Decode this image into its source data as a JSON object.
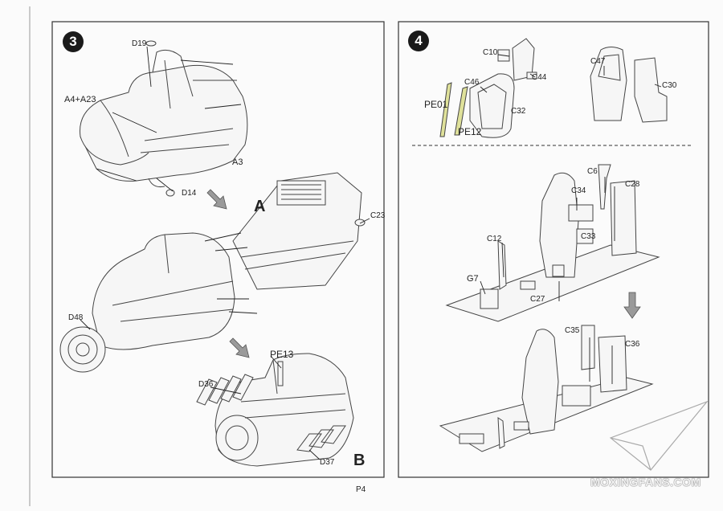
{
  "page_number": "P4",
  "watermark": "MOXINGFANS.COM",
  "step3": {
    "number": "3",
    "sub_a": "A",
    "sub_b": "B",
    "parts": {
      "d19": "D19",
      "a4a23": "A4+A23",
      "a3": "A3",
      "d14": "D14",
      "c23": "C23",
      "d48": "D48",
      "pe13": "PE13",
      "d36": "D36",
      "d37": "D37"
    }
  },
  "step4": {
    "number": "4",
    "parts": {
      "c10": "C10",
      "c44": "C44",
      "c46": "C46",
      "pe01": "PE01",
      "pe12": "PE12",
      "c32": "C32",
      "c47": "C47",
      "c30": "C30",
      "c6": "C6",
      "c34": "C34",
      "c28": "C28",
      "c12": "C12",
      "c33": "C33",
      "g7": "G7",
      "c27": "C27",
      "c35": "C35",
      "c36": "C36"
    }
  }
}
